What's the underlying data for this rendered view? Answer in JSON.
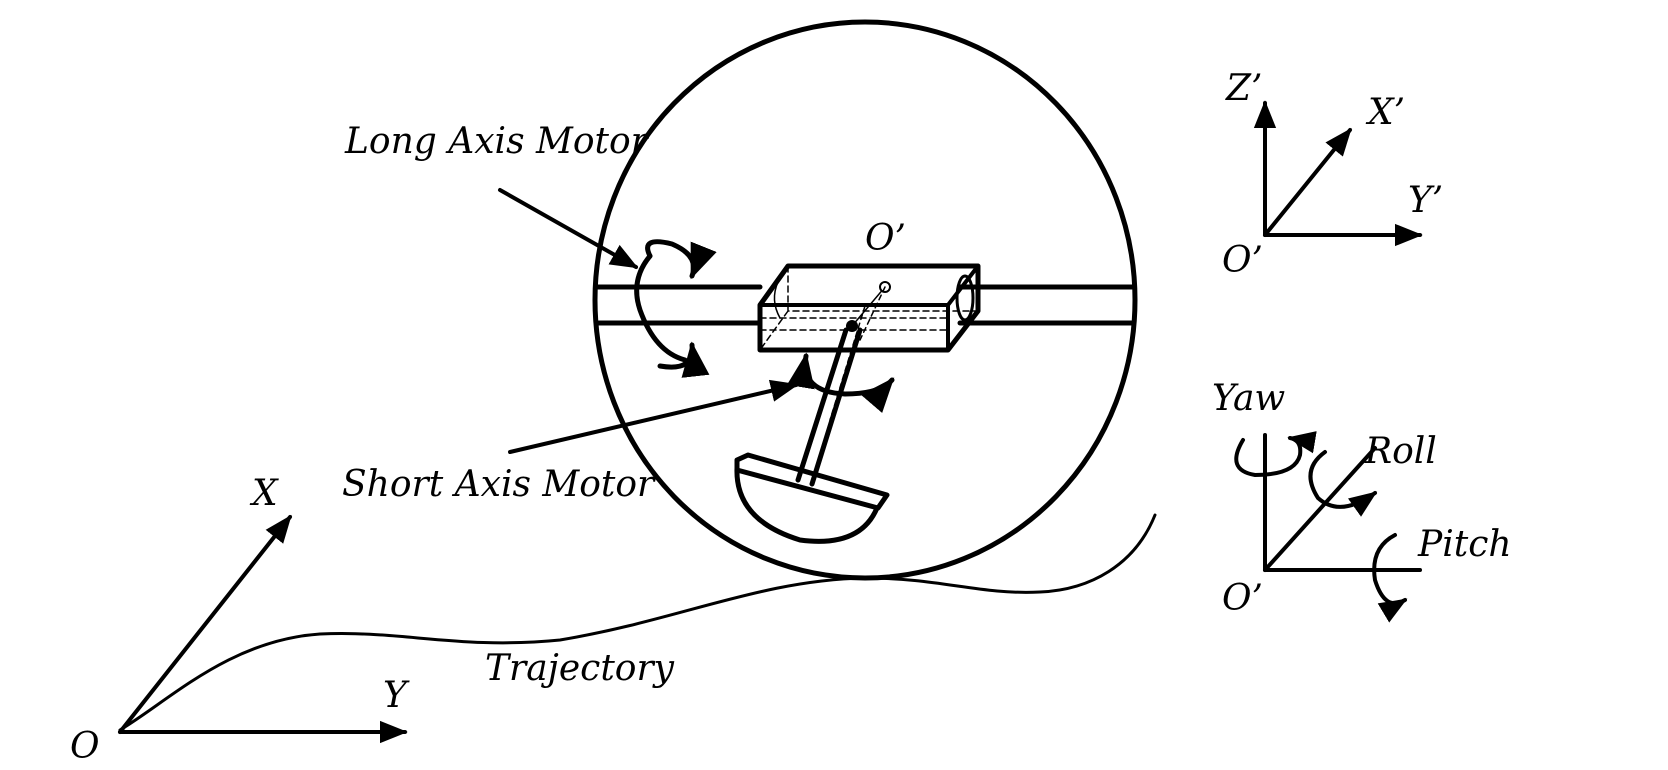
{
  "labels": {
    "long_axis_motor": "Long Axis Motor",
    "short_axis_motor": "Short Axis Motor",
    "trajectory": "Trajectory",
    "body_origin_top": "O’",
    "frame_origin_1": "O’",
    "frame_origin_2": "O’",
    "frame1_z": "Z’",
    "frame1_x": "X’",
    "frame1_y": "Y’",
    "yaw": "Yaw",
    "roll": "Roll",
    "pitch": "Pitch",
    "world_origin": "O",
    "world_x": "X",
    "world_y": "Y"
  },
  "colors": {
    "line": "#000000",
    "background": "#ffffff"
  }
}
